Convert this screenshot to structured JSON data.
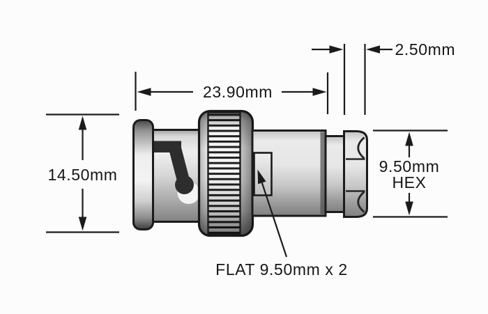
{
  "figure": {
    "kind": "technical dimensional drawing",
    "subject": "BNC coaxial connector, side view",
    "colors": {
      "background": "#fcfcfc",
      "ink": "#1b1b1b",
      "slot_dark": "#2d2d2d",
      "metal_light": "#efefef",
      "metal_mid": "#c6c6c6",
      "metal_dark": "#595959"
    }
  },
  "labels": {
    "overall_length": "23.90mm",
    "tip_thickness": "2.50mm",
    "body_diameter": "14.50mm",
    "hex_size": "9.50mm",
    "hex_word": "HEX",
    "flat_callout": "FLAT 9.50mm x 2"
  }
}
